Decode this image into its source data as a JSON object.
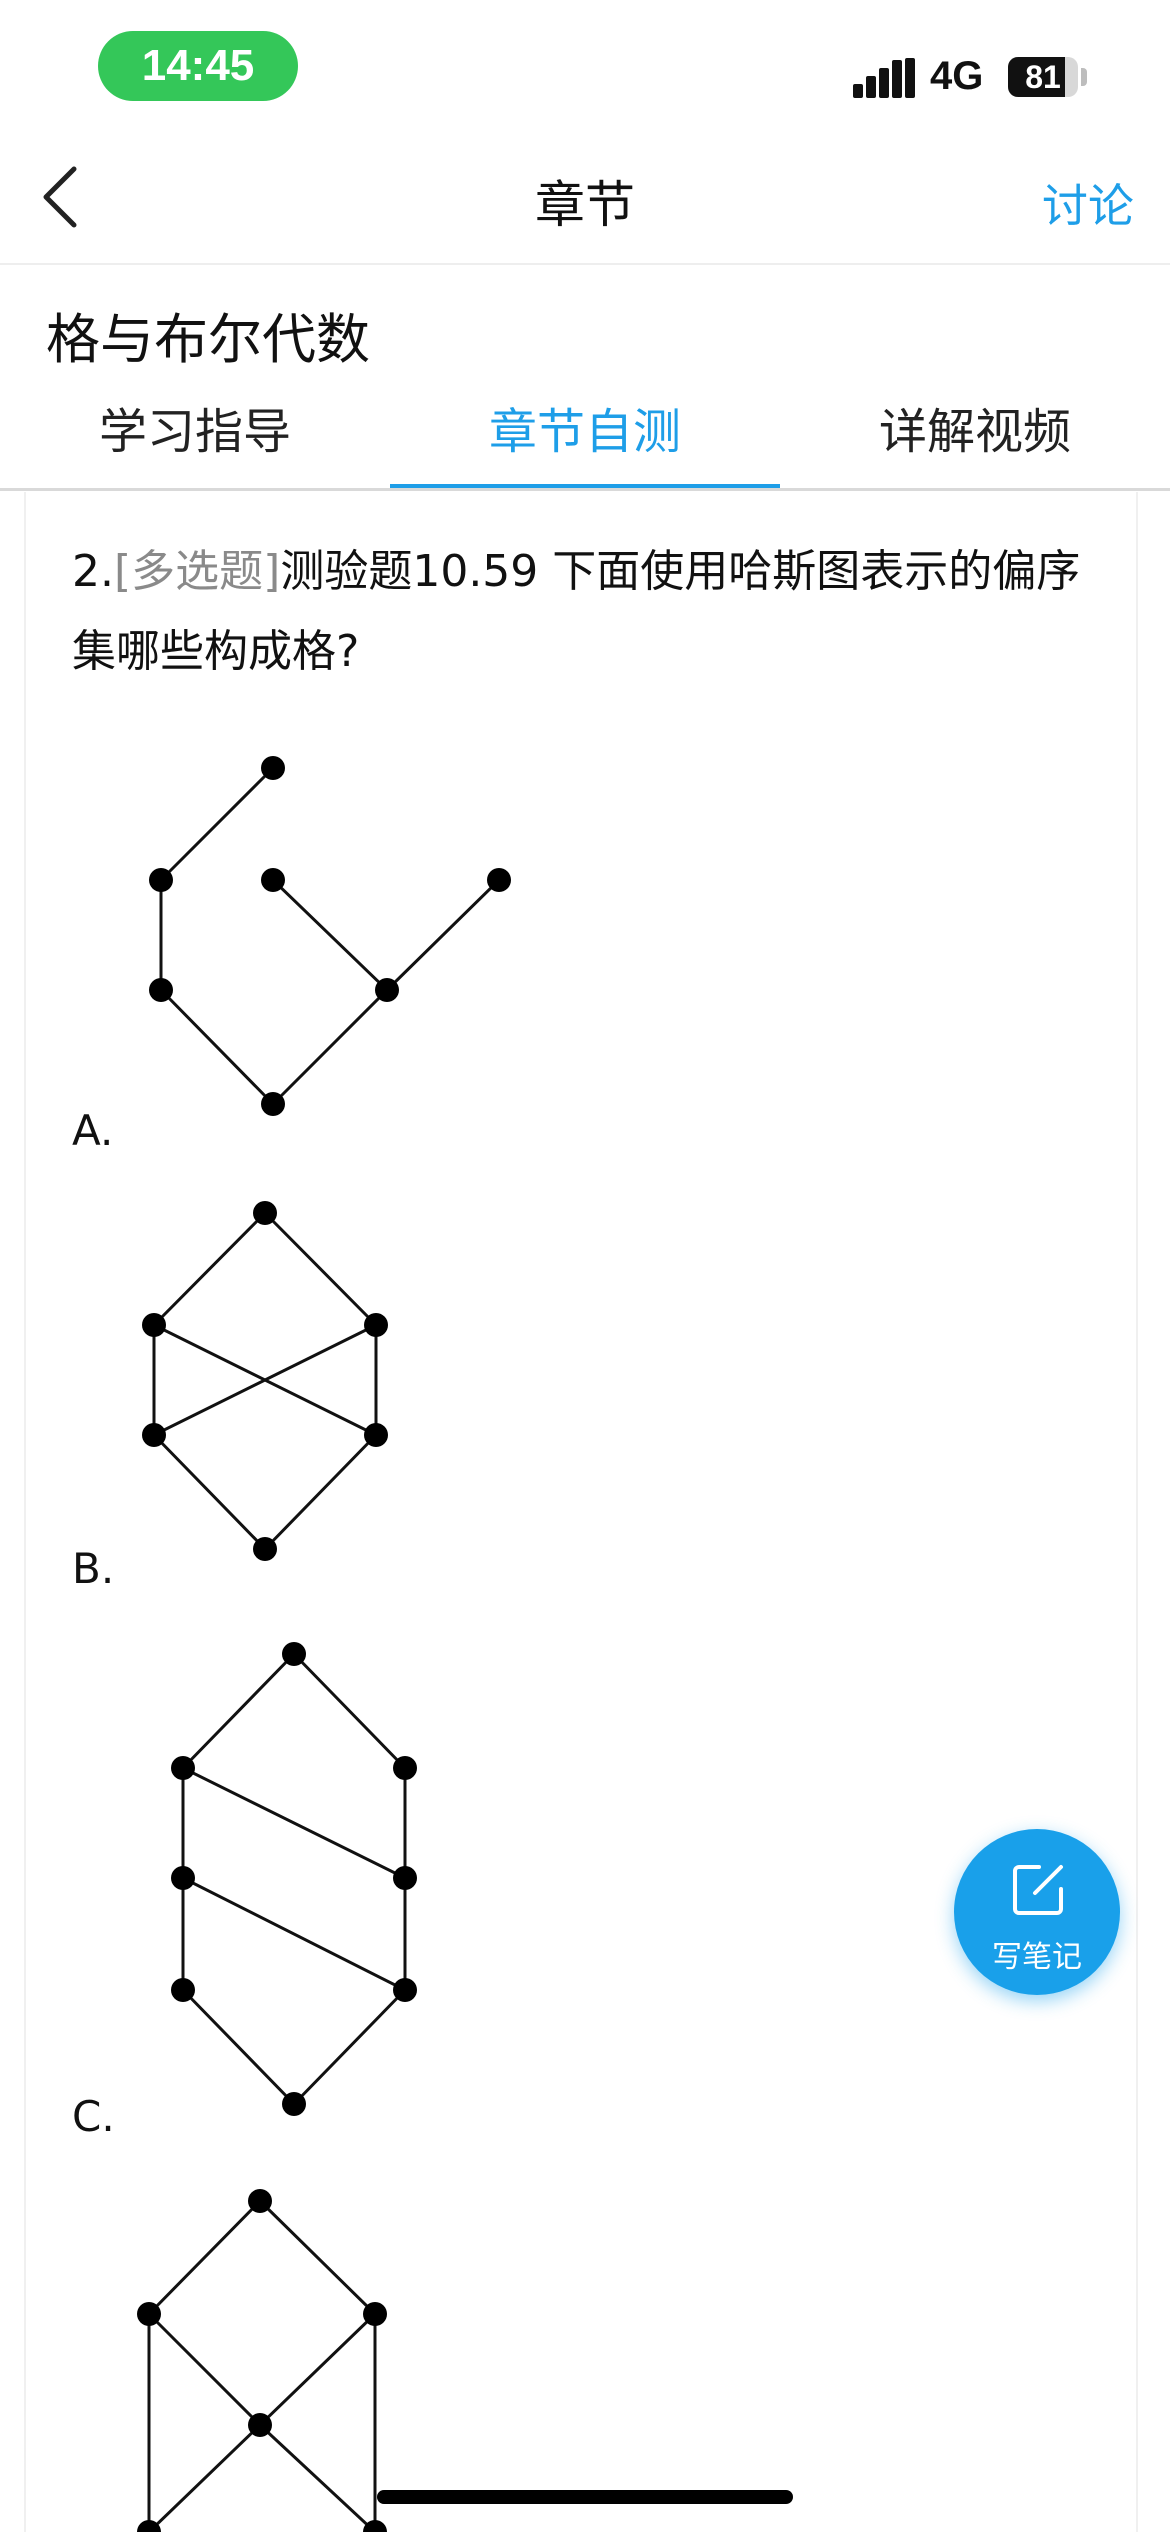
{
  "status": {
    "time": "14:45",
    "network": "4G",
    "battery": "81",
    "battery_level": 0.81
  },
  "nav": {
    "title": "章节",
    "discuss": "讨论"
  },
  "chapter": {
    "title": "格与布尔代数"
  },
  "tabs": [
    "学习指导",
    "章节自测",
    "详解视频"
  ],
  "active_tab": 1,
  "question": {
    "number": "2.",
    "type_tag": "[多选题]",
    "text": "测验题10.59 下面使用哈斯图表示的偏序集哪些构成格?",
    "options": [
      {
        "label": "A."
      },
      {
        "label": "B."
      },
      {
        "label": "C."
      }
    ]
  },
  "note_button": {
    "label": "写笔记"
  },
  "colors": {
    "accent": "#1e9ee8",
    "time_pill": "#34c759",
    "tag_gray": "#8a8a8a"
  }
}
